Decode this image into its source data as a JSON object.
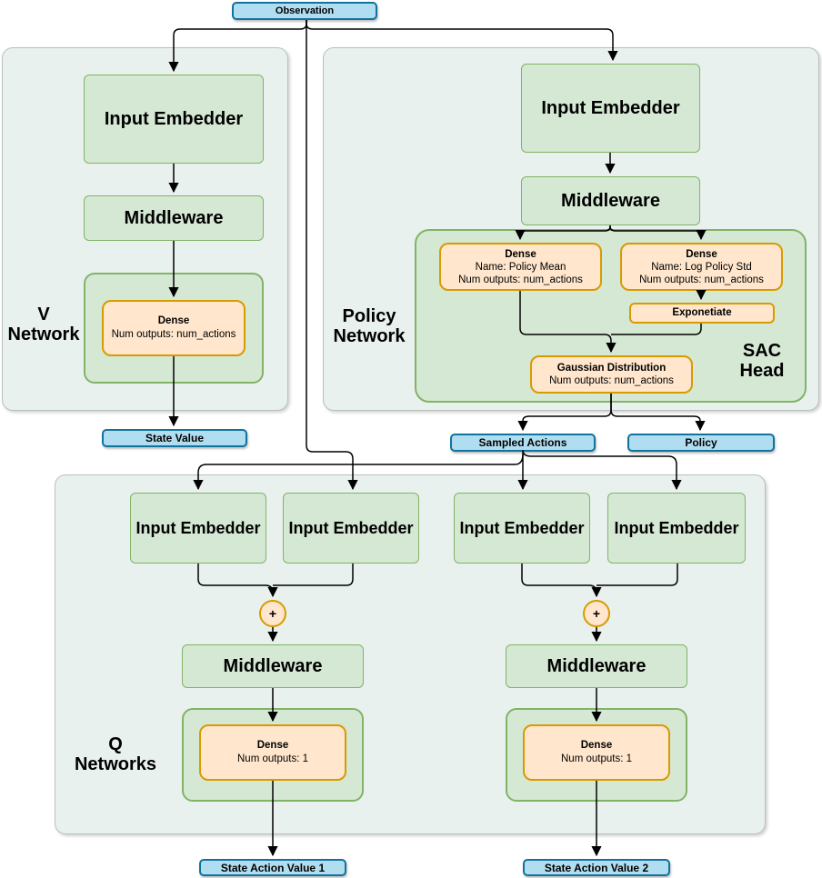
{
  "colors": {
    "panel_fill": "#e8f1ee",
    "panel_border": "#b8c1bd",
    "green_fill": "#d5e8d4",
    "green_border": "#82b366",
    "orange_fill": "#ffe6cc",
    "orange_border": "#d79b00",
    "blue_fill": "#b1ddf0",
    "blue_border": "#10739e",
    "arrow": "#000000"
  },
  "observation": {
    "label": "Observation"
  },
  "v_network": {
    "title": [
      "V",
      "Network"
    ],
    "input_embedder": "Input Embedder",
    "middleware": "Middleware",
    "dense": {
      "title": "Dense",
      "line2": "Num outputs: num_actions"
    },
    "output": "State Value"
  },
  "policy_network": {
    "title": [
      "Policy",
      "Network"
    ],
    "input_embedder": "Input Embedder",
    "middleware": "Middleware",
    "sac_head": {
      "title": [
        "SAC",
        "Head"
      ],
      "dense_mean": {
        "title": "Dense",
        "line2": "Name: Policy Mean",
        "line3": "Num outputs: num_actions"
      },
      "dense_std": {
        "title": "Dense",
        "line2": "Name: Log Policy Std",
        "line3": "Num outputs: num_actions"
      },
      "exponentiate": "Exponetiate",
      "gaussian": {
        "title": "Gaussian Distribution",
        "line2": "Num outputs: num_actions"
      }
    },
    "outputs": {
      "sampled_actions": "Sampled Actions",
      "policy": "Policy"
    }
  },
  "q_networks": {
    "title": [
      "Q",
      "Networks"
    ],
    "input_embedder": "Input Embedder",
    "middleware": "Middleware",
    "plus": "+",
    "dense": {
      "title": "Dense",
      "line2": "Num outputs: 1"
    },
    "outputs": [
      "State Action Value 1",
      "State Action Value 2"
    ]
  }
}
